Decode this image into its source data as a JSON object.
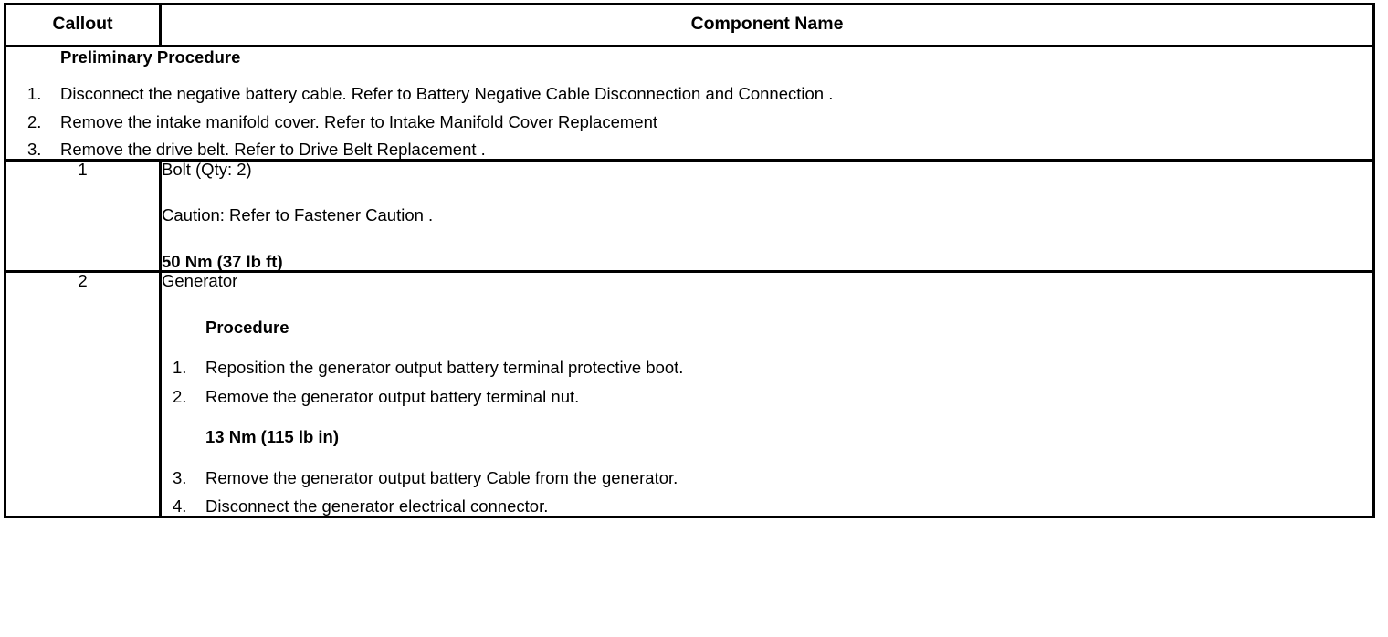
{
  "table": {
    "headers": {
      "callout": "Callout",
      "component_name": "Component Name"
    },
    "preliminary": {
      "title": "Preliminary Procedure",
      "steps": [
        {
          "num": "1.",
          "text": "Disconnect the negative battery cable. Refer to Battery Negative Cable Disconnection and Connection ."
        },
        {
          "num": "2.",
          "text": "Remove the intake manifold cover. Refer to Intake Manifold Cover Replacement"
        },
        {
          "num": "3.",
          "text": "Remove the drive belt. Refer to Drive Belt Replacement ."
        }
      ]
    },
    "rows": [
      {
        "callout": "1",
        "name": "Bolt (Qty: 2)",
        "caution_label": "Caution:",
        "caution_text": " Refer to Fastener Caution .",
        "torque": "50 Nm (37 lb ft)"
      },
      {
        "callout": "2",
        "name": "Generator",
        "procedure_heading": "Procedure",
        "steps_before_torque": [
          {
            "num": "1.",
            "text": "Reposition the generator output battery terminal protective boot."
          },
          {
            "num": "2.",
            "text": "Remove the generator output battery terminal nut."
          }
        ],
        "torque": "13 Nm (115 lb in)",
        "steps_after_torque": [
          {
            "num": "3.",
            "text": "Remove the generator output battery Cable from the generator."
          },
          {
            "num": "4.",
            "text": "Disconnect the generator electrical connector."
          }
        ]
      }
    ]
  },
  "colors": {
    "border": "#000000",
    "text": "#000000",
    "background": "#ffffff"
  }
}
